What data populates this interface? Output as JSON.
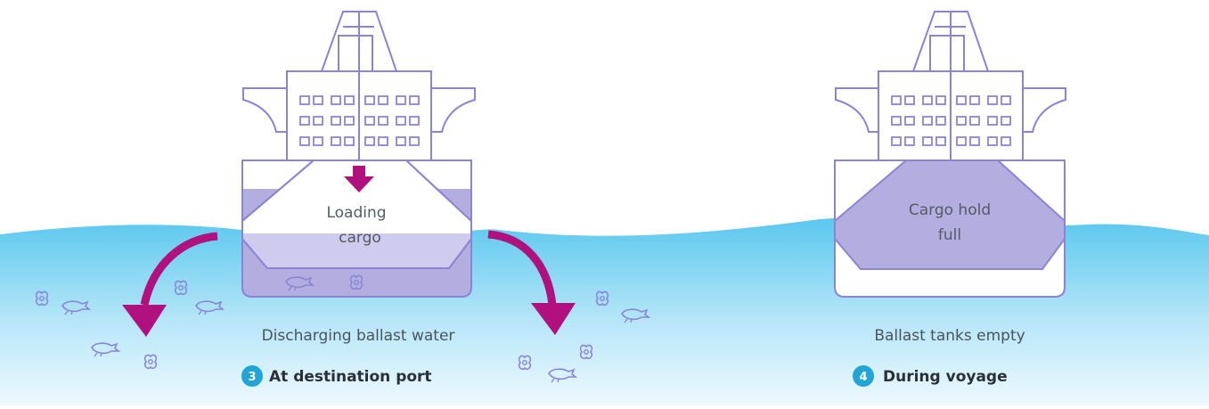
{
  "colors": {
    "outline": "#8a85d2",
    "ballast": "#b4aee0",
    "cargo": "#cfcbee",
    "arrow": "#b0117e",
    "water_top": "#5ac7ee",
    "water_bottom": "#eef9fe",
    "badge": "#21a4d6"
  },
  "stages": [
    {
      "number": "3",
      "title": "At destination port",
      "caption": "Discharging ballast water",
      "hold_line1": "Loading",
      "hold_line2": "cargo"
    },
    {
      "number": "4",
      "title": "During voyage",
      "caption": "Ballast tanks empty",
      "hold_line1": "Cargo hold",
      "hold_line2": "full"
    }
  ]
}
